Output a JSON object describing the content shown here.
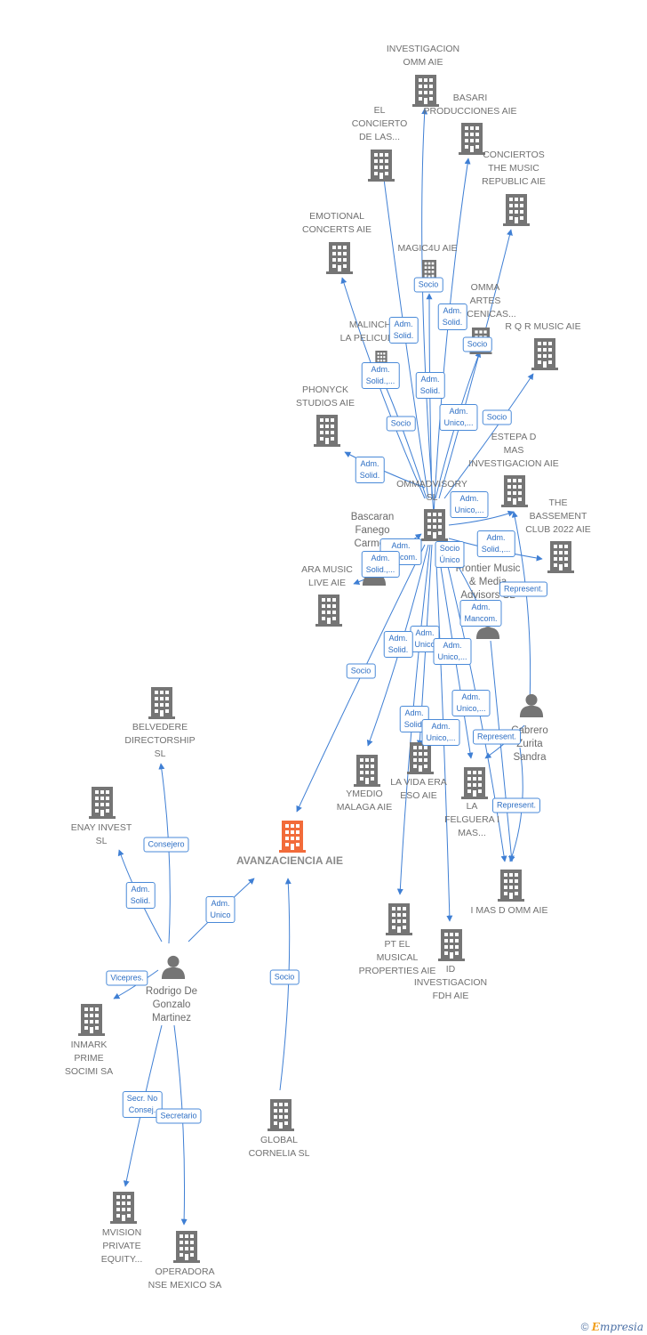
{
  "colors": {
    "edge": "#3f7fd4",
    "building": "#757575",
    "main_building": "#f26b3a",
    "person": "#757575"
  },
  "nodes": [
    {
      "id": "inv_omm",
      "label": "INVESTIGACION\nOMM AIE",
      "type": "company"
    },
    {
      "id": "basari",
      "label": "BASARI\nPRODUCCIONES AIE",
      "type": "company"
    },
    {
      "id": "concierto",
      "label": "EL\nCONCIERTO\nDE LAS...",
      "type": "company"
    },
    {
      "id": "conciertos_music",
      "label": "CONCIERTOS\nTHE MUSIC\nREPUBLIC AIE",
      "type": "company"
    },
    {
      "id": "emotional",
      "label": "EMOTIONAL\nCONCERTS AIE",
      "type": "company"
    },
    {
      "id": "magic4u",
      "label": "MAGIC4U AIE",
      "type": "company"
    },
    {
      "id": "omma",
      "label": "OMMA\nARTES\nESCENICAS...",
      "type": "company"
    },
    {
      "id": "malinche",
      "label": "MALINCHE\nLA PELICULA...",
      "type": "company"
    },
    {
      "id": "rqr",
      "label": "R Q R MUSIC AIE",
      "type": "company"
    },
    {
      "id": "phonyck",
      "label": "PHONYCK\nSTUDIOS AIE",
      "type": "company"
    },
    {
      "id": "estepa",
      "label": "ESTEPA D\nMAS\nINVESTIGACION AIE",
      "type": "company"
    },
    {
      "id": "ommadvisory",
      "label": "OMMADVISORY\nSL",
      "type": "company"
    },
    {
      "id": "bassement",
      "label": "THE\nBASSEMENT\nCLUB 2022 AIE",
      "type": "company"
    },
    {
      "id": "bascaran",
      "label": "Bascaran\nFanego\nCarmen",
      "type": "person"
    },
    {
      "id": "frontier",
      "label": "Frontier Music\n& Media\nAdvisors SL",
      "type": "person"
    },
    {
      "id": "ara",
      "label": "ARA MUSIC\nLIVE AIE",
      "type": "company"
    },
    {
      "id": "cabrero",
      "label": "Cabrero\nZurita\nSandra",
      "type": "person"
    },
    {
      "id": "belvedere",
      "label": "BELVEDERE\nDIRECTORSHIP\nSL",
      "type": "company"
    },
    {
      "id": "enay",
      "label": "ENAY INVEST\nSL",
      "type": "company"
    },
    {
      "id": "avanza",
      "label": "AVANZACIENCIA AIE",
      "type": "main"
    },
    {
      "id": "ymedio",
      "label": "YMEDIO\nMALAGA AIE",
      "type": "company"
    },
    {
      "id": "vida",
      "label": "LA VIDA ERA\nESO AIE",
      "type": "company"
    },
    {
      "id": "felguera",
      "label": "LA\nFELGUERA I\nMAS...",
      "type": "company"
    },
    {
      "id": "imasd",
      "label": "I MAS D OMM AIE",
      "type": "company"
    },
    {
      "id": "ptel",
      "label": "PT EL\nMUSICAL\nPROPERTIES AIE",
      "type": "company"
    },
    {
      "id": "id_inv",
      "label": "ID\nINVESTIGACION\nFDH  AIE",
      "type": "company"
    },
    {
      "id": "rodrigo",
      "label": "Rodrigo De\nGonzalo\nMartinez",
      "type": "person"
    },
    {
      "id": "inmark",
      "label": "INMARK\nPRIME\nSOCIMI SA",
      "type": "company"
    },
    {
      "id": "global",
      "label": "GLOBAL\nCORNELIA  SL",
      "type": "company"
    },
    {
      "id": "mvision",
      "label": "MVISION\nPRIVATE\nEQUITY...",
      "type": "company"
    },
    {
      "id": "operadora",
      "label": "OPERADORA\nNSE MEXICO SA",
      "type": "company"
    }
  ],
  "relations": [
    "Socio",
    "Adm.\nSolid.",
    "Adm.\nSolid.",
    "Adm.\nSolid.,...",
    "Adm.\nSolid.",
    "Socio",
    "Socio",
    "Adm.\nUnico,...",
    "Socio",
    "Adm.\nSolid.",
    "Adm.\nUnico,...",
    "Adm.\nMancom.",
    "Adm.\nSolid.,...",
    "Socio\nÚnico",
    "Adm.\nSolid.,...",
    "Represent.",
    "Adm.\nMancom.",
    "Adm.\nUnico",
    "Adm.\nSolid.",
    "Adm.\nUnico,...",
    "Socio",
    "Adm.\nSolid.",
    "Adm.\nUnico,...",
    "Adm.\nUnico,...",
    "Represent.",
    "Represent.",
    "Consejero",
    "Adm.\nSolid.",
    "Adm.\nUnico",
    "Vicepres.",
    "Socio",
    "Secr.  No\nConsej.",
    "Secretario"
  ],
  "footer": {
    "copyright": "©",
    "brand_initial": "E",
    "brand_rest": "mpresia"
  }
}
